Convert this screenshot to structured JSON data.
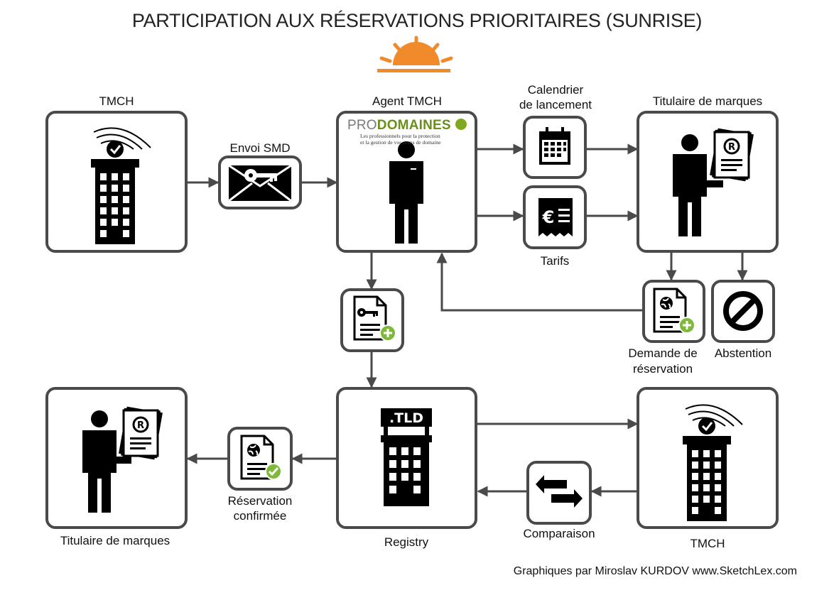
{
  "title": "PARTICIPATION AUX RÉSERVATIONS PRIORITAIRES (SUNRISE)",
  "credit": "Graphiques par Miroslav KURDOV   www.SketchLex.com",
  "colors": {
    "stroke": "#4a4a4a",
    "sun": "#f08a2a",
    "accent_green": "#7fb93a",
    "icon": "#000000"
  },
  "nodes": {
    "tmch_top": {
      "label": "TMCH",
      "icon": "building-signal-icon"
    },
    "envoi_smd": {
      "label": "Envoi SMD",
      "icon": "envelope-key-icon"
    },
    "agent_tmch": {
      "label": "Agent TMCH",
      "icon": "person-icon",
      "logo": {
        "pro": "PRO",
        "domaines": "DOMAINES",
        "tagline_1": "Les professionnels pour la protection",
        "tagline_2": "et la gestion de vos noms de domaine"
      }
    },
    "calendrier": {
      "label_1": "Calendrier",
      "label_2": "de lancement",
      "icon": "calendar-icon"
    },
    "tarifs": {
      "label": "Tarifs",
      "icon": "euro-receipt-icon"
    },
    "titulaire_top": {
      "label": "Titulaire de marques",
      "icon": "person-trademark-docs-icon"
    },
    "demande": {
      "label_1": "Demande de",
      "label_2": "réservation",
      "icon": "document-add-icon"
    },
    "abstention": {
      "label": "Abstention",
      "icon": "prohibited-icon"
    },
    "smd_doc": {
      "icon": "document-key-add-icon"
    },
    "registry": {
      "label": "Registry",
      "icon": "tld-building-icon",
      "sign": ".TLD"
    },
    "tmch_bottom": {
      "label": "TMCH",
      "icon": "building-signal-icon"
    },
    "comparaison": {
      "label": "Comparaison",
      "icon": "swap-arrows-icon"
    },
    "reservation": {
      "label_1": "Réservation",
      "label_2": "confirmée",
      "icon": "document-check-icon"
    },
    "titulaire_bottom": {
      "label": "Titulaire de marques",
      "icon": "person-trademark-docs-icon"
    }
  }
}
